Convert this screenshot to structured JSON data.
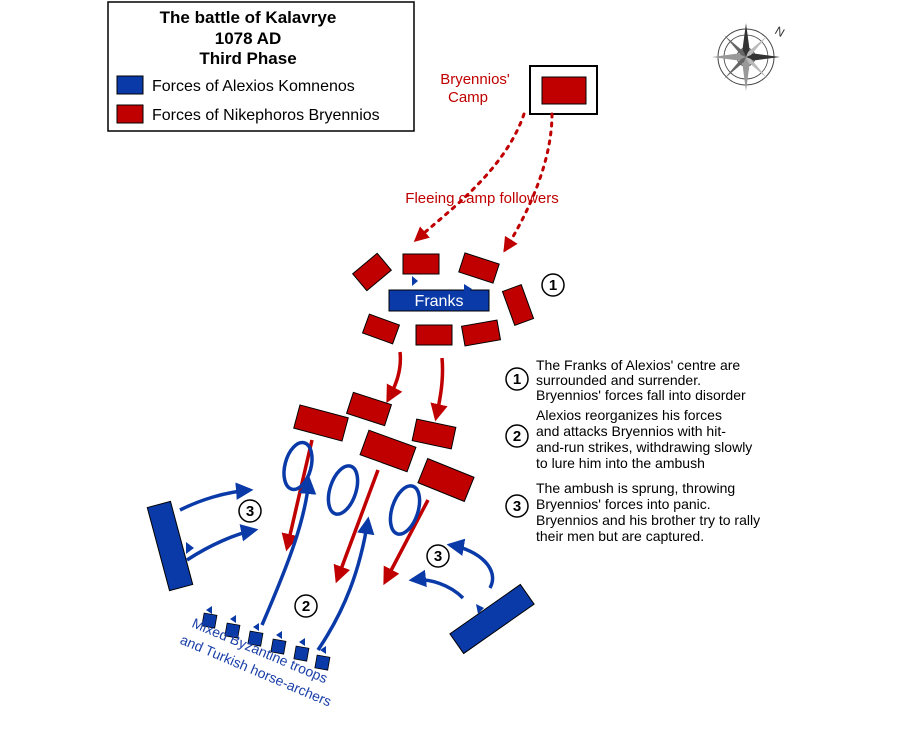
{
  "legend": {
    "title": [
      "The battle of Kalavrye",
      "1078 AD",
      "Third Phase"
    ],
    "komnenos": "Forces of Alexios Komnenos",
    "bryennios": "Forces of Nikephoros Bryennios"
  },
  "labels": {
    "camp": [
      "Bryennios'",
      "Camp"
    ],
    "fleeing": "Fleeing camp followers",
    "franks": "Franks",
    "mixed": [
      "Mixed Byzantine troops",
      "and Turkish horse-archers"
    ]
  },
  "steps": [
    {
      "num": "1",
      "lines": [
        "The Franks of Alexios' centre are",
        "surrounded and surrender.",
        "Bryennios' forces fall into disorder"
      ]
    },
    {
      "num": "2",
      "lines": [
        "Alexios reorganizes his forces",
        "and attacks Bryennios with hit-",
        "and-run strikes, withdrawing slowly",
        "to lure him into the ambush"
      ]
    },
    {
      "num": "3",
      "lines": [
        "The ambush is sprung, throwing",
        "Bryennios' forces into panic.",
        "Bryennios and his brother try to rally",
        "their men but are captured."
      ]
    }
  ],
  "compass": {
    "north": "N"
  },
  "colors": {
    "komnenos": "#0a3aa8",
    "bryennios": "#c00000",
    "text_red": "#c00000",
    "text_blue": "#1a3fa8"
  }
}
